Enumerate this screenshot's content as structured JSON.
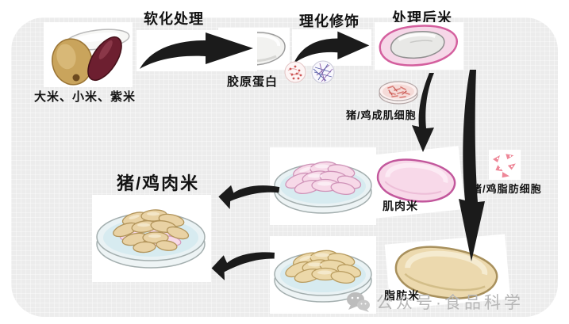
{
  "labels": {
    "source_grains": "大米、小米、紫米",
    "step_soften": "软化处理",
    "collagen": "胶原蛋白",
    "step_modify": "理化修饰",
    "treated_rice": "处理后米",
    "myoblasts": "猪/鸡成肌细胞",
    "muscle_rice": "肌肉米",
    "adipocytes": "猪/鸡脂肪细胞",
    "fat_rice": "脂肪米",
    "final_product": "猪/鸡肉米"
  },
  "watermark": {
    "icon": "wechat-icon",
    "text": "公众号·食品科学"
  },
  "illustrations": {
    "source_grains": "rice-millet-purple-rice-grains",
    "collagen_rice": "collagen-rice-grain",
    "micrographs": [
      "collagen-cell-micrograph",
      "fiber-network-micrograph"
    ],
    "treated_rice": "pink-coated-rice-grain",
    "myoblast_dish": "myoblast-culture-dish",
    "muscle_rice": "pink-muscle-rice-grain",
    "adipocytes": "adipocyte-micrograph",
    "fat_rice": "tan-fat-rice-grain",
    "muscle_culture_dish": "petri-dish-pink-rice",
    "fat_culture_dish": "petri-dish-tan-rice",
    "final_dish": "petri-dish-mixed-meat-rice"
  },
  "colors": {
    "panel_bg": "#ececec",
    "arrow_black": "#1b1b1b",
    "treated_outline": "#d45f9e",
    "muscle_pink": "#f8d9e9",
    "fat_tan": "#ecd9ae",
    "purple_rice": "#6d1f30",
    "millet_gold": "#c9a45c",
    "dish_liquid": "#d7ebf0",
    "watermark_gray": "#b6b6b6"
  }
}
